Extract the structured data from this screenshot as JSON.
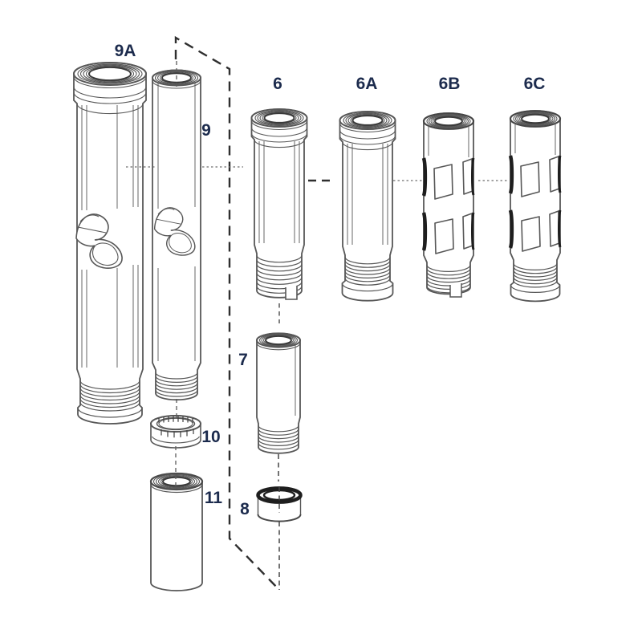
{
  "diagram": {
    "background": "#ffffff",
    "line_color": "#575757",
    "accent_dark": "#1e1e1e",
    "label_color": "#1c2b4d",
    "part_labels": {
      "p9a": "9A",
      "p9": "9",
      "p6": "6",
      "p6a": "6A",
      "p6b": "6B",
      "p6c": "6C",
      "p7": "7",
      "p8": "8",
      "p10": "10",
      "p11": "11"
    }
  }
}
